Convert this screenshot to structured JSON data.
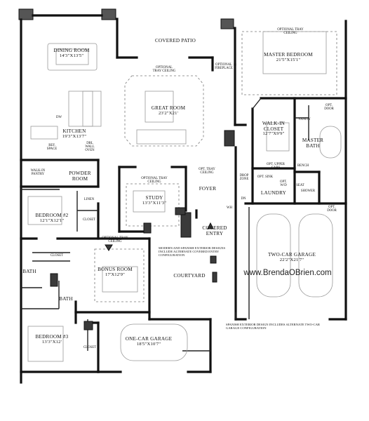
{
  "rooms": {
    "dining": {
      "name": "DINING ROOM",
      "dim": "14'3\"X13'5\""
    },
    "covered_patio": {
      "name": "COVERED PATIO"
    },
    "great_room": {
      "name": "GREAT ROOM",
      "dim": "23'2\"X21'"
    },
    "master_bedroom": {
      "name": "MASTER BEDROOM",
      "dim": "21'5\"X15'1\""
    },
    "kitchen": {
      "name": "KITCHEN",
      "dim": "19'3\"X13'7\""
    },
    "walk_in_closet": {
      "name": "WALK-IN CLOSET",
      "dim": "12'7\"X9'9\""
    },
    "master_bath": {
      "name": "MASTER BATH"
    },
    "powder": {
      "name": "POWDER ROOM"
    },
    "walk_in_pantry": {
      "name": "WALK-IN PANTRY"
    },
    "study": {
      "name": "STUDY",
      "dim": "13'3\"X11'3\""
    },
    "foyer": {
      "name": "FOYER"
    },
    "laundry": {
      "name": "LAUNDRY"
    },
    "bedroom2": {
      "name": "BEDROOM #2",
      "dim": "12'1\"X12'1\""
    },
    "linen": {
      "name": "LINEN"
    },
    "closet_b2": {
      "name": "CLOSET"
    },
    "covered_entry": {
      "name": "COVERED ENTRY"
    },
    "two_car": {
      "name": "TWO-CAR GARAGE",
      "dim": "22'2\"X21'7\""
    },
    "closet_hall": {
      "name": "CLOSET"
    },
    "bath1": {
      "name": "BATH"
    },
    "bonus": {
      "name": "BONUS ROOM",
      "dim": "17'X12'9\""
    },
    "courtyard": {
      "name": "COURTYARD"
    },
    "bath2": {
      "name": "BATH"
    },
    "bedroom3": {
      "name": "BEDROOM #3",
      "dim": "13'3\"X12'"
    },
    "closet_b3": {
      "name": "CLOSET"
    },
    "one_car": {
      "name": "ONE-CAR GARAGE",
      "dim": "18'5\"X10'7\""
    }
  },
  "small_labels": {
    "opt_tray_master": "OPTIONAL TRAY CEILING",
    "opt_tray_great": "OPTIONAL TRAY CEILING",
    "opt_fireplace": "OPTIONAL FIREPLACE",
    "opt_door_bath": "OPT. DOOR",
    "vanity": "VANITY",
    "ref_space": "REF. SPACE",
    "dbl_wall_oven": "DBL WALL OVEN",
    "dw": "DW",
    "opt_tray_study": "OPTIONAL TRAY CEILING",
    "opt_tray_foyer": "OPT. TRAY CEILING",
    "drop_zone": "DROP ZONE",
    "opt_upper_cabs": "OPT. UPPER CABS",
    "opt_sink": "OPT. SINK",
    "opt_wd": "OPT. W/D",
    "bench": "BENCH",
    "seat": "SEAT",
    "shower": "SHOWER",
    "opt_door_garage": "OPT. DOOR",
    "dn": "DN",
    "wh": "WH",
    "opt_tray_bonus": "OPTIONAL TRAY CEILING"
  },
  "notes": {
    "modern_spanish": "MODERN AND SPANISH EXTERIOR DESIGNS INCLUDE ALTERNATE COVERED ENTRY CONFIGURATION",
    "spanish_garage": "SPANISH EXTERIOR DESIGN INCLUDES ALTERNATE TWO-CAR GARAGE CONFIGURATION"
  },
  "watermark": "www.BrendaOBrien.com"
}
